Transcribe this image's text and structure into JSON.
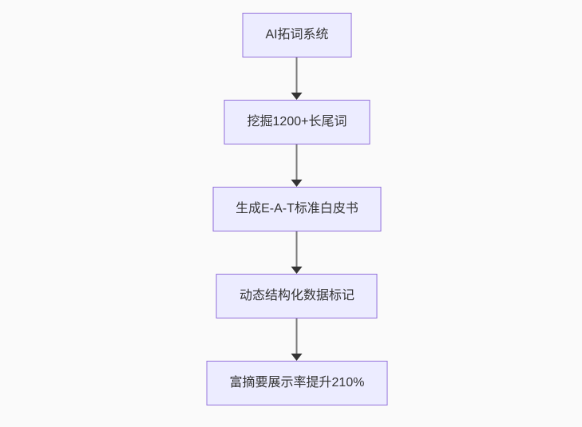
{
  "page": {
    "background_color": "#fafafa"
  },
  "diagram": {
    "type": "flowchart",
    "direction": "top-down",
    "style": {
      "node_fill": "#ECECFF",
      "node_border": "#9370DB",
      "edge_line_color": "#7a7a7a",
      "arrowhead_color": "#333333",
      "text_color": "#333333"
    },
    "nodes": [
      {
        "id": "step-1",
        "label": "AI拓词系统"
      },
      {
        "id": "step-2",
        "label": "挖掘1200+长尾词"
      },
      {
        "id": "step-3",
        "label": "生成E-A-T标准白皮书"
      },
      {
        "id": "step-4",
        "label": "动态结构化数据标记"
      },
      {
        "id": "step-5",
        "label": "富摘要展示率提升210%"
      }
    ],
    "edges": [
      {
        "from": "step-1",
        "to": "step-2"
      },
      {
        "from": "step-2",
        "to": "step-3"
      },
      {
        "from": "step-3",
        "to": "step-4"
      },
      {
        "from": "step-4",
        "to": "step-5"
      }
    ]
  }
}
